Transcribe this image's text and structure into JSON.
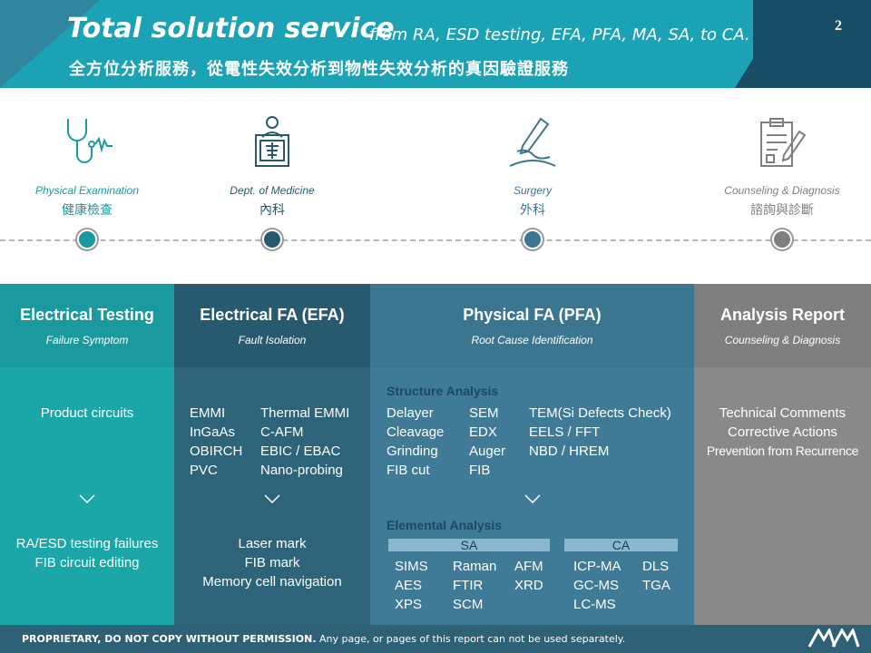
{
  "header": {
    "title": "Total solution service",
    "subtitle_en": "from RA, ESD testing, EFA, PFA, MA, SA, to CA.",
    "subtitle_zh": "全方位分析服務，從電性失效分析到物性失效分析的真因驗證服務",
    "page_number": "2"
  },
  "stages": [
    {
      "en": "Physical Examination",
      "zh": "健康檢查",
      "icon": "stethoscope-icon",
      "color": "#1a9a9e"
    },
    {
      "en": "Dept. of Medicine",
      "zh": "內科",
      "icon": "xray-doctor-icon",
      "color": "#275a6e"
    },
    {
      "en": "Surgery",
      "zh": "外科",
      "icon": "scalpel-hand-icon",
      "color": "#3b7590"
    },
    {
      "en": "Counseling & Diagnosis",
      "zh": "諮詢與診斷",
      "icon": "clipboard-pen-icon",
      "color": "#7f7f7f"
    }
  ],
  "columns": {
    "electrical_testing": {
      "title": "Electrical Testing",
      "subtitle": "Failure Symptom",
      "top_items": [
        "Product circuits"
      ],
      "bottom_items": [
        "RA/ESD testing failures",
        "FIB circuit editing"
      ]
    },
    "efa": {
      "title": "Electrical FA (EFA)",
      "subtitle": "Fault Isolation",
      "left_items": [
        "EMMI",
        "InGaAs",
        "OBIRCH",
        "PVC"
      ],
      "right_items": [
        "Thermal EMMI",
        "C-AFM",
        "EBIC / EBAC",
        "Nano-probing"
      ],
      "bottom_items": [
        "Laser mark",
        "FIB mark",
        "Memory cell navigation"
      ]
    },
    "pfa": {
      "title": "Physical FA (PFA)",
      "subtitle": "Root Cause Identification",
      "structure_title": "Structure Analysis",
      "structure_col1": [
        "Delayer",
        "Cleavage",
        "Grinding",
        "FIB cut"
      ],
      "structure_col2": [
        "SEM",
        "EDX",
        "Auger",
        "FIB"
      ],
      "structure_col3": [
        "TEM(Si Defects Check)",
        "EELS / FFT",
        "NBD / HREM"
      ],
      "elemental_title": "Elemental Analysis",
      "sa_label": "SA",
      "ca_label": "CA",
      "sa_col1": [
        "SIMS",
        "AES",
        "XPS"
      ],
      "sa_col2": [
        "Raman",
        "FTIR",
        "SCM"
      ],
      "sa_col3": [
        "AFM",
        "XRD"
      ],
      "ca_col1": [
        "ICP-MA",
        "GC-MS",
        "LC-MS"
      ],
      "ca_col2": [
        "DLS",
        "TGA"
      ]
    },
    "report": {
      "title": "Analysis Report",
      "subtitle": "Counseling & Diagnosis",
      "items": [
        "Technical Comments",
        "Corrective Actions",
        "Prevention from Recurrence"
      ]
    }
  },
  "footer": {
    "notice_bold": "PROPRIETARY, DO NOT COPY WITHOUT PERMISSION.",
    "notice": " Any page, or pages of this report can not be used separately.",
    "logo": "company-logo"
  },
  "colors": {
    "teal": "#1ba3b5",
    "dark_teal": "#1a9a9e",
    "navy": "#2e6076",
    "steel": "#3f7b96",
    "gray": "#898989"
  }
}
